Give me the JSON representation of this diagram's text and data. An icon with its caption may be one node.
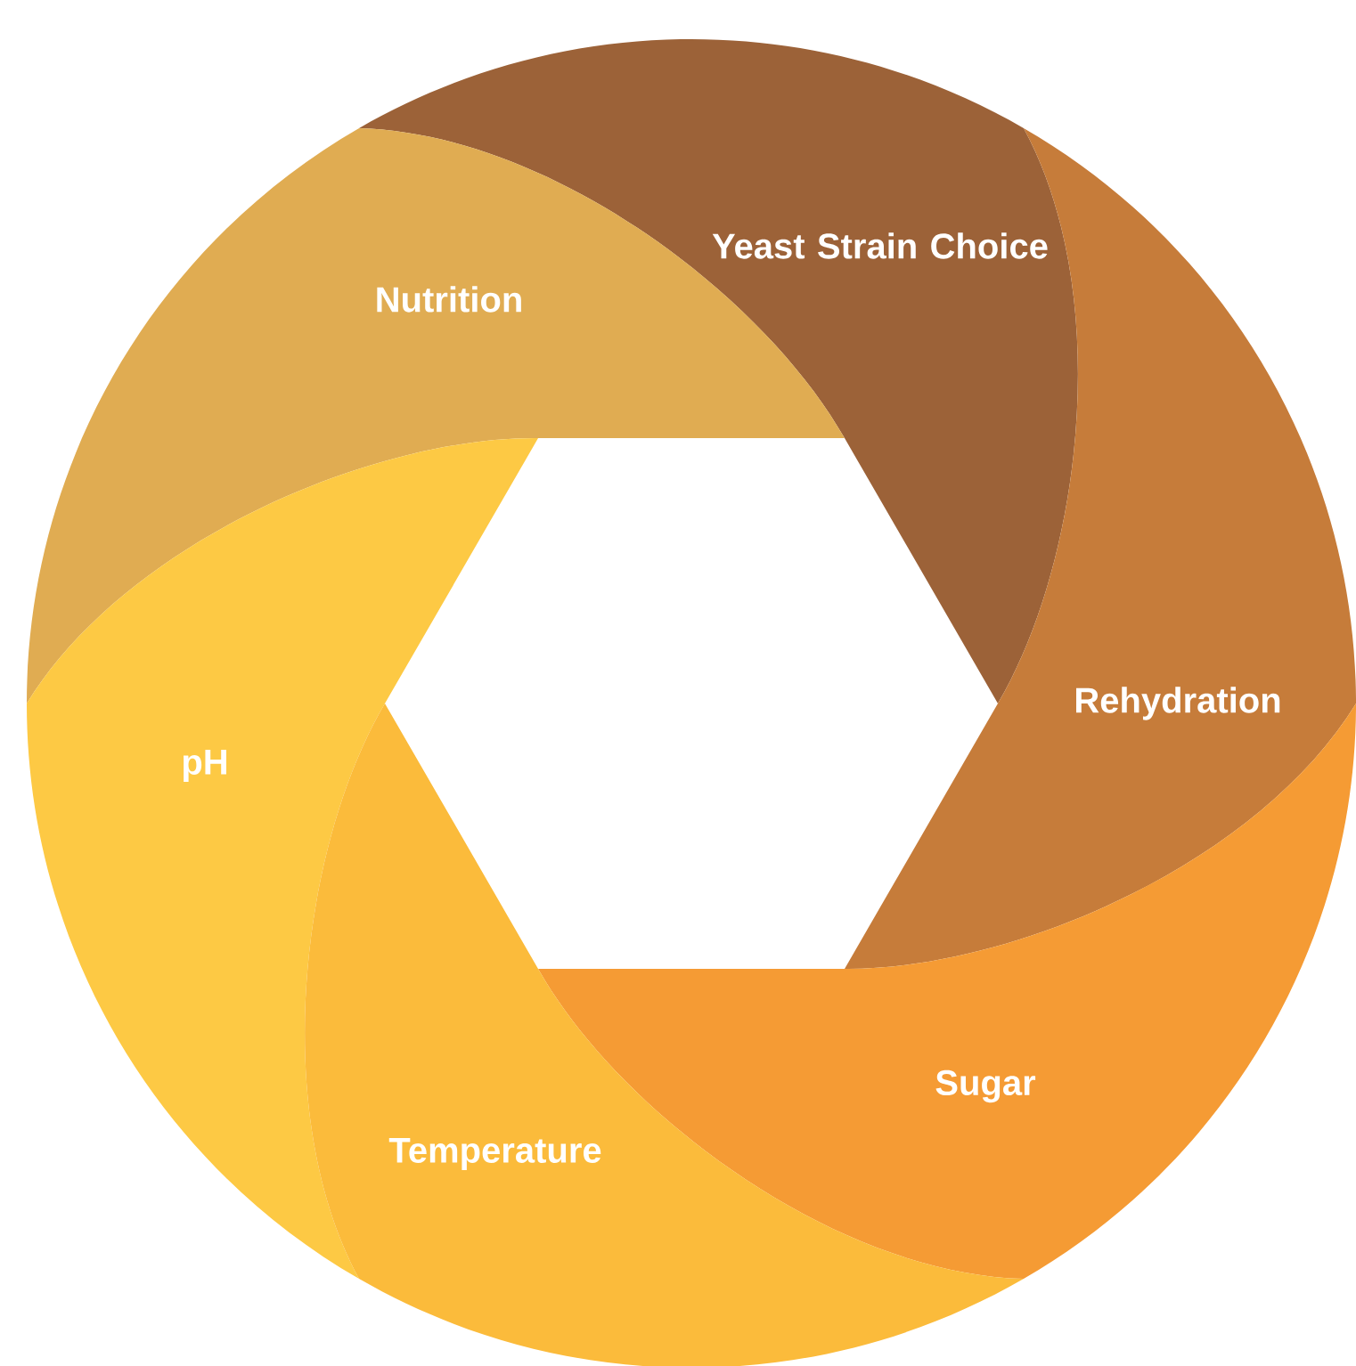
{
  "diagram": {
    "nodes": [
      {
        "text": [
          "Yeast Strain Choice"
        ]
      },
      {
        "text": [
          "Nutrition"
        ]
      },
      {
        "text": [
          "Rehydration"
        ]
      },
      {
        "text": [
          "pH"
        ]
      },
      {
        "text": [
          "Sugar"
        ]
      },
      {
        "text": [
          "Temperature"
        ]
      }
    ]
  }
}
